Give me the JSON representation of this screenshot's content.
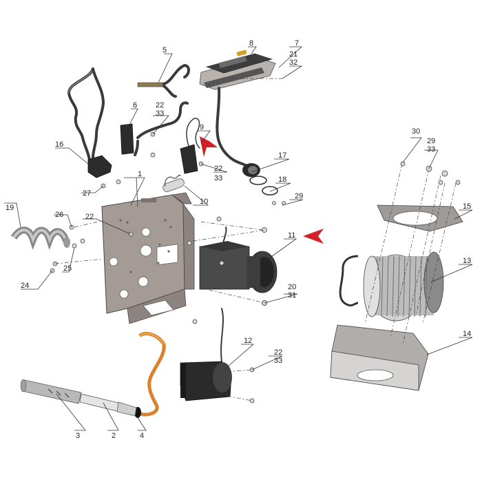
{
  "callouts": {
    "c1": "1",
    "c2": "2",
    "c3": "3",
    "c4": "4",
    "c5": "5",
    "c6": "6",
    "c7": "7",
    "c8": "8",
    "c9": "9",
    "c10": "10",
    "c11": "11",
    "c12": "12",
    "c13": "13",
    "c14": "14",
    "c15": "15",
    "c16": "16",
    "c17": "17",
    "c18": "18",
    "c19": "19",
    "c20": "20",
    "c21": "21",
    "c22a": "22",
    "c22b": "22",
    "c22c": "22",
    "c22d": "22",
    "c23": "24",
    "c25": "25",
    "c26": "26",
    "c27": "27",
    "c29a": "29",
    "c29b": "29",
    "c30": "30",
    "c31": "31",
    "c32": "32",
    "c33a": "33",
    "c33b": "33",
    "c33c": "33",
    "c33d": "33"
  },
  "colors": {
    "marker": "#d31f26",
    "hose": "#d9822b",
    "plate": "#a49a96",
    "motor": "#2c2c2c"
  }
}
